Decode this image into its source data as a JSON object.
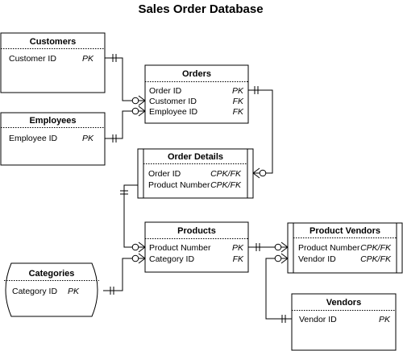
{
  "title": "Sales Order Database",
  "entities": {
    "customers": {
      "name": "Customers",
      "attrs": [
        {
          "name": "Customer ID",
          "key": "PK"
        }
      ]
    },
    "employees": {
      "name": "Employees",
      "attrs": [
        {
          "name": "Employee ID",
          "key": "PK"
        }
      ]
    },
    "orders": {
      "name": "Orders",
      "attrs": [
        {
          "name": "Order ID",
          "key": "PK"
        },
        {
          "name": "Customer ID",
          "key": "FK"
        },
        {
          "name": "Employee ID",
          "key": "FK"
        }
      ]
    },
    "order_details": {
      "name": "Order Details",
      "attrs": [
        {
          "name": "Order ID",
          "key": "CPK/FK"
        },
        {
          "name": "Product Number",
          "key": "CPK/FK"
        }
      ]
    },
    "products": {
      "name": "Products",
      "attrs": [
        {
          "name": "Product Number",
          "key": "PK"
        },
        {
          "name": "Category ID",
          "key": "FK"
        }
      ]
    },
    "product_vendors": {
      "name": "Product Vendors",
      "attrs": [
        {
          "name": "Product Number",
          "key": "CPK/FK"
        },
        {
          "name": "Vendor ID",
          "key": "CPK/FK"
        }
      ]
    },
    "categories": {
      "name": "Categories",
      "attrs": [
        {
          "name": "Category ID",
          "key": "PK"
        }
      ]
    },
    "vendors": {
      "name": "Vendors",
      "attrs": [
        {
          "name": "Vendor ID",
          "key": "PK"
        }
      ]
    }
  }
}
